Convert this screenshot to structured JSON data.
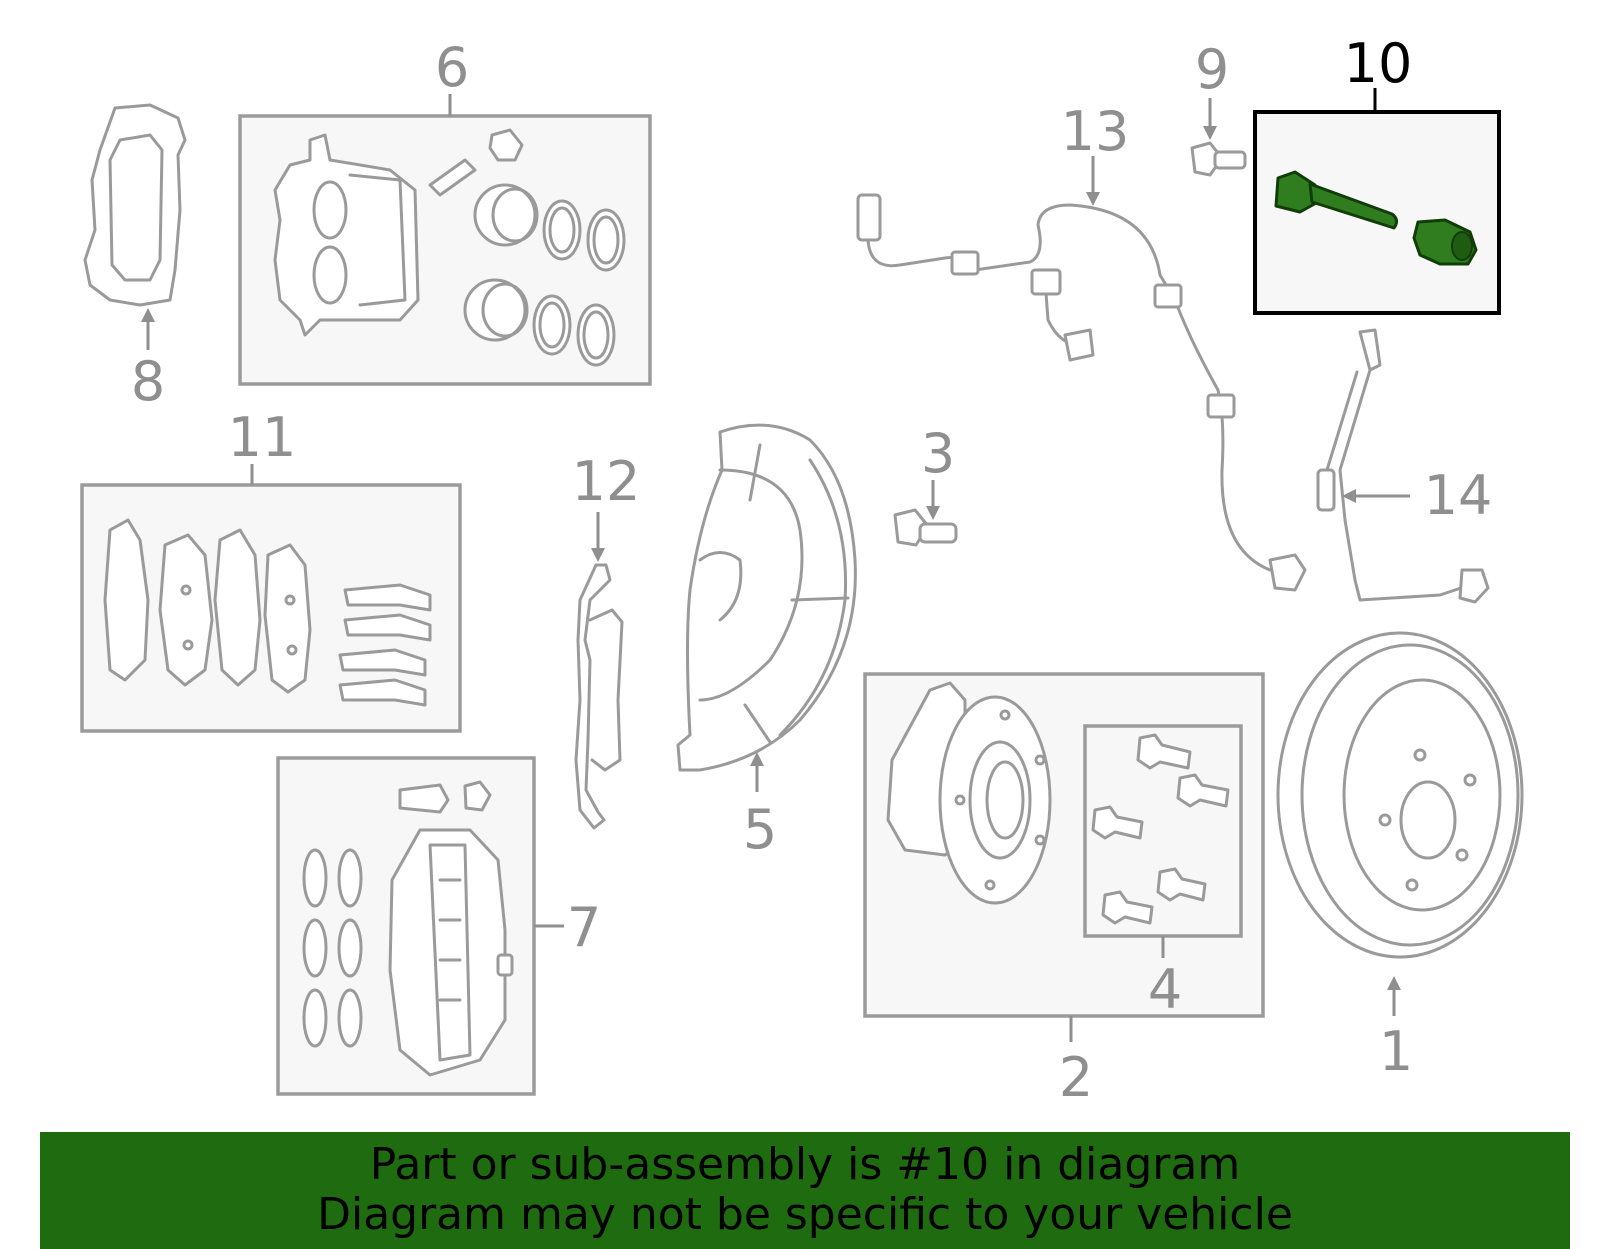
{
  "labels": {
    "p1": "1",
    "p2": "2",
    "p3": "3",
    "p4": "4",
    "p5": "5",
    "p6": "6",
    "p7": "7",
    "p8": "8",
    "p9": "9",
    "p10": "10",
    "p11": "11",
    "p12": "12",
    "p13": "13",
    "p14": "14"
  },
  "highlight_color": "#2f7d1f",
  "banner": {
    "line1": "Part or sub-assembly is #10 in diagram",
    "line2": "Diagram may not be specific to your vehicle",
    "background": "#1e6b10"
  }
}
